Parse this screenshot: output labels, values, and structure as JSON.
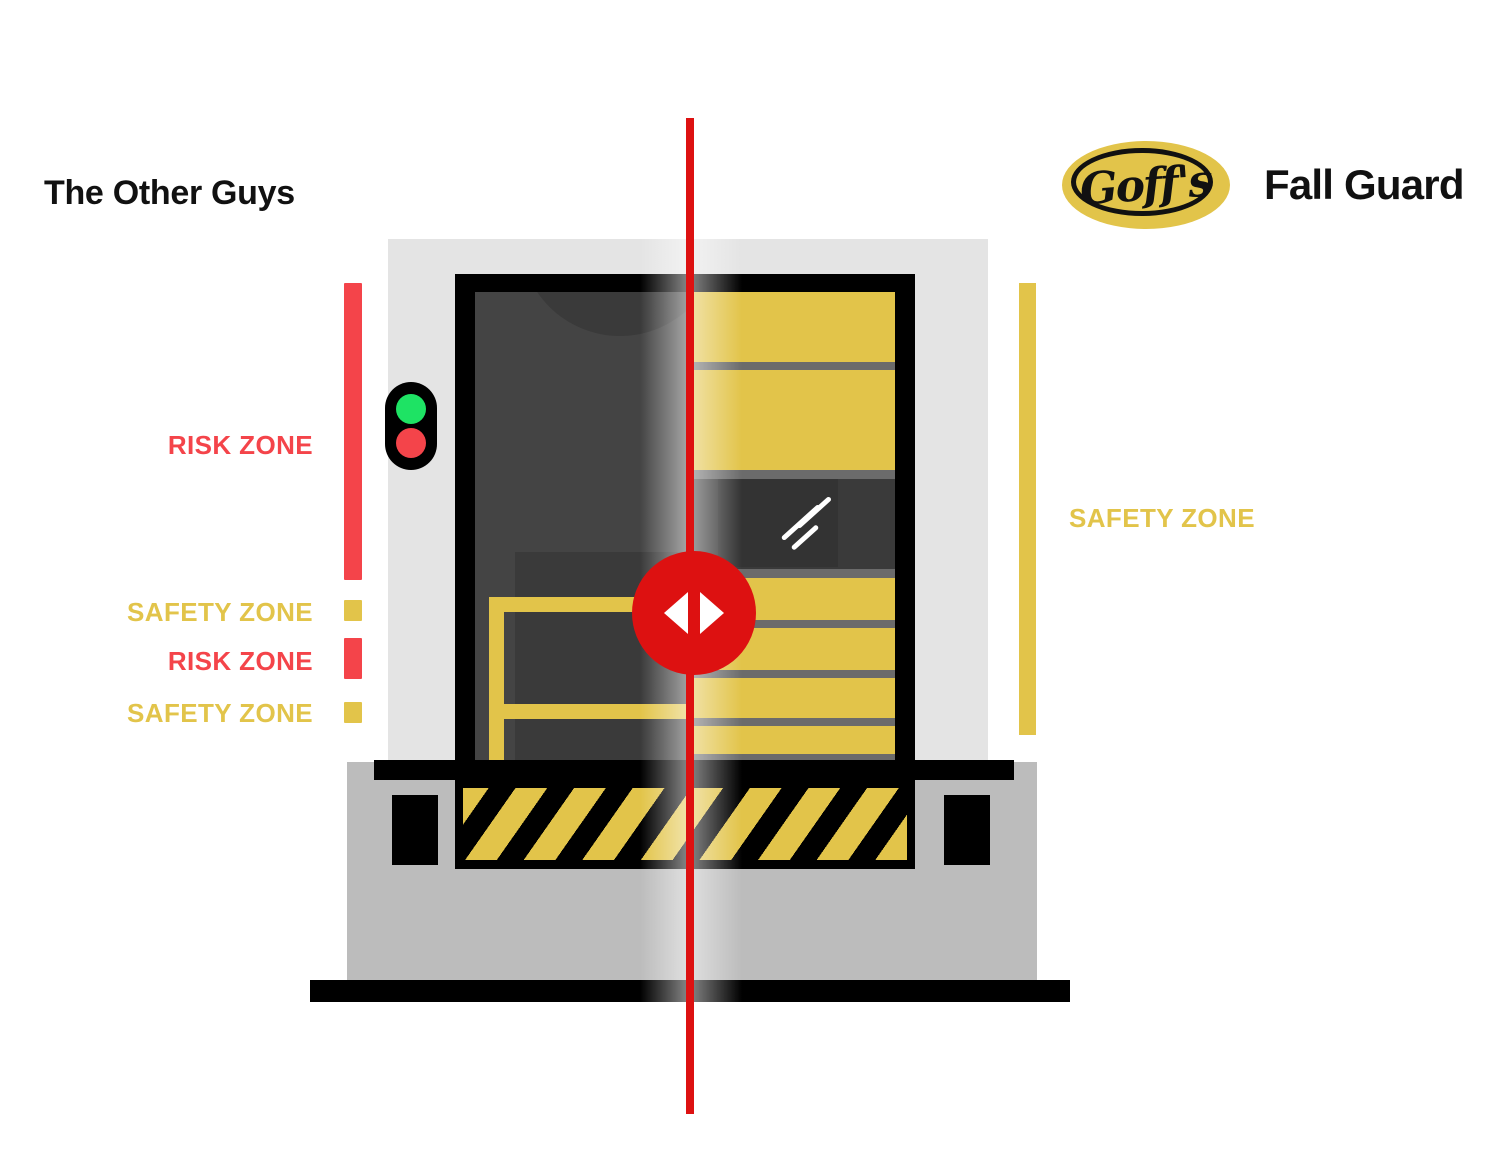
{
  "headings": {
    "left_title": "The Other Guys",
    "brand_logo_text": "Goff's",
    "brand_product": "Fall Guard"
  },
  "colors": {
    "risk_red": "#F4444A",
    "safety_yellow": "#E2C44A",
    "slider_red": "#DD1111",
    "wall_gray": "#E4E4E4",
    "dock_gray": "#BCBCBC",
    "trailer_dark": "#444444",
    "black": "#000000",
    "lamp_green": "#1EE364"
  },
  "left_legend": {
    "items": [
      {
        "label": "RISK ZONE",
        "type": "risk",
        "marker": "tall-red-bar"
      },
      {
        "label": "SAFETY ZONE",
        "type": "safety",
        "marker": "small-yellow-square"
      },
      {
        "label": "RISK ZONE",
        "type": "risk",
        "marker": "short-red-bar"
      },
      {
        "label": "SAFETY ZONE",
        "type": "safety",
        "marker": "small-yellow-square"
      }
    ]
  },
  "right_legend": {
    "label": "SAFETY ZONE",
    "marker": "tall-yellow-bar"
  },
  "traffic_light": {
    "top_lamp": "green",
    "bottom_lamp": "red"
  },
  "slider": {
    "handle_icon_left": "triangle-left",
    "handle_icon_right": "triangle-right"
  },
  "scene": {
    "left_side_name": "unprotected-loading-dock",
    "right_side_name": "fall-guard-protected-dock",
    "hazard_band": "yellow-black-diagonal-stripes"
  }
}
